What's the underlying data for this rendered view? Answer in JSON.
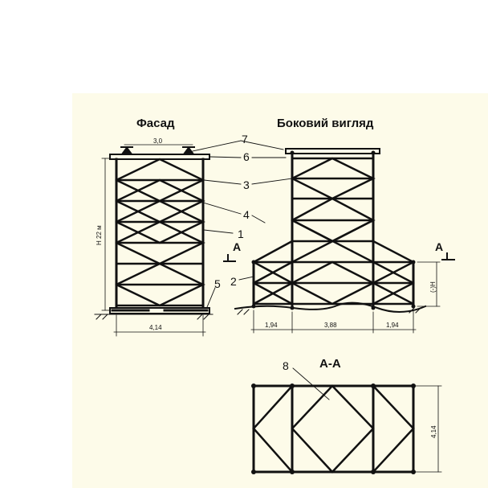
{
  "views": {
    "facade_title": "Фасад",
    "side_title": "Боковий вигляд",
    "section_title": "А-А"
  },
  "callouts": [
    "1",
    "2",
    "3",
    "4",
    "5",
    "6",
    "7",
    "8"
  ],
  "section_marks": {
    "left": "А",
    "right": "А"
  },
  "dimensions": {
    "facade_top": "3,0",
    "facade_height": "Н 22 м",
    "facade_bottom": "4,14",
    "side_left": "1,94",
    "side_middle": "3,88",
    "side_right": "1,94",
    "side_height": "(-)Н",
    "plan_height": "4,14"
  }
}
